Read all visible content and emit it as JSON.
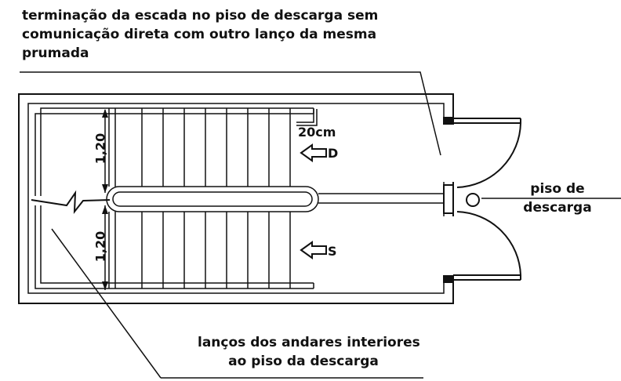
{
  "annotations": {
    "top_note_lines": [
      "terminação da escada no piso de descarga sem",
      "comunicação direta com outro lanço da mesma",
      "prumada"
    ],
    "bottom_note_lines": [
      "lanços dos andares interiores",
      "ao piso da descarga"
    ],
    "discharge_floor_lines": [
      "piso de",
      "descarga"
    ]
  },
  "dimensions": {
    "top_flight_width": "1,20",
    "bottom_flight_width": "1,20",
    "handrail_gap": "20cm"
  },
  "direction_markers": {
    "down": "D",
    "up": "S"
  },
  "icons": {
    "direction_arrow": "hollow-arrow-left-icon"
  },
  "colors": {
    "line": "#111111",
    "background": "#ffffff"
  }
}
